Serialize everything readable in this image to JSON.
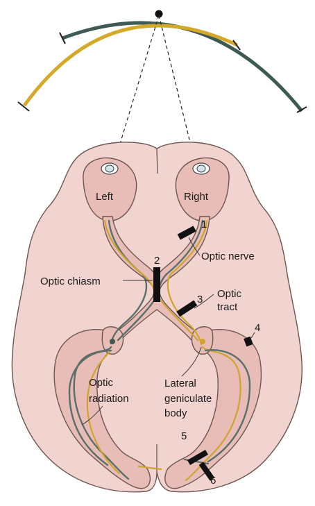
{
  "labels": {
    "left_eye": "Left",
    "right_eye": "Right",
    "optic_nerve": "Optic nerve",
    "optic_chiasm": "Optic chiasm",
    "optic_tract_1": "Optic",
    "optic_tract_2": "tract",
    "optic_radiation_1": "Optic",
    "optic_radiation_2": "radiation",
    "lgb_1": "Lateral",
    "lgb_2": "geniculate",
    "lgb_3": "body"
  },
  "lesion_numbers": [
    "1",
    "2",
    "3",
    "4",
    "5",
    "6"
  ],
  "colors": {
    "right_visual_field": "#3f5a55",
    "left_visual_field": "#d4a92a",
    "brain_fill": "#f1d3cf",
    "pathway_gray": "#5a6e6a",
    "pathway_yellow": "#cda42e"
  }
}
